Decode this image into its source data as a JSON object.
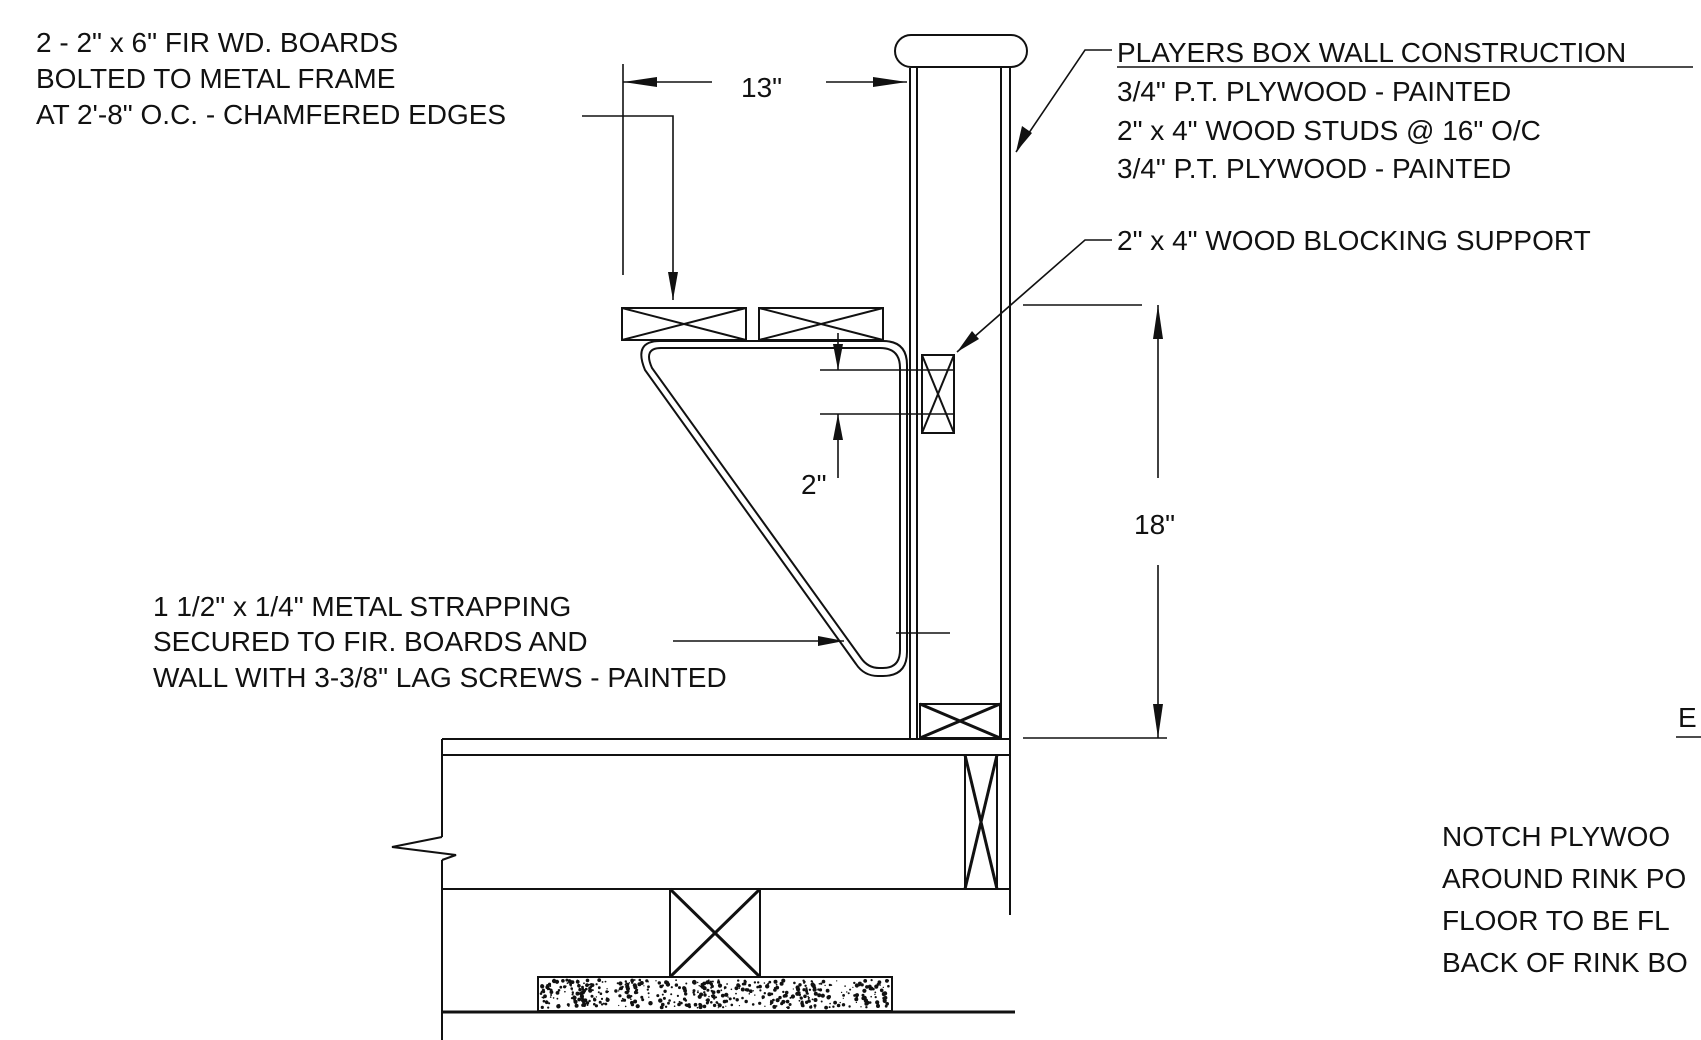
{
  "callouts": {
    "boards": [
      "2 - 2\" x 6\" FIR WD. BOARDS",
      "BOLTED TO METAL FRAME",
      "AT 2'-8\" O.C. - CHAMFERED EDGES"
    ],
    "wall_title": "PLAYERS BOX WALL CONSTRUCTION",
    "wall_layers": [
      "3/4\" P.T. PLYWOOD - PAINTED",
      "2\" x 4\" WOOD STUDS @ 16\" O/C",
      "3/4\" P.T. PLYWOOD - PAINTED"
    ],
    "blocking": "2\" x 4\" WOOD BLOCKING SUPPORT",
    "strapping": [
      "1 1/2\" x 1/4\" METAL STRAPPING",
      "SECURED TO FIR. BOARDS AND",
      "WALL WITH 3-3/8\" LAG SCREWS - PAINTED"
    ],
    "notch": [
      "NOTCH PLYWOO",
      "AROUND RINK PO",
      "FLOOR TO BE FL",
      "BACK OF RINK BO"
    ],
    "cut_off_label": "E"
  },
  "dimensions": {
    "width_13": "13\"",
    "height_18": "18\"",
    "gap_2": "2\""
  },
  "colors": {
    "line": "#111111",
    "background": "#ffffff"
  }
}
